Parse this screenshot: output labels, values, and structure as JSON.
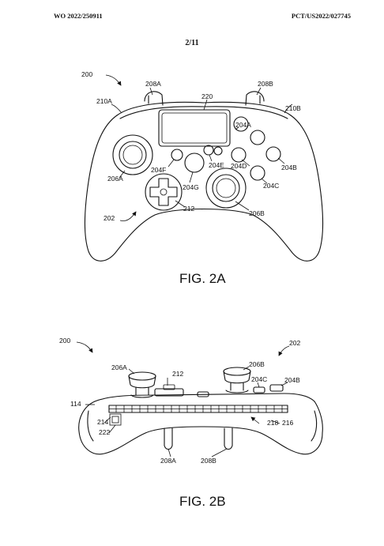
{
  "header": {
    "publication_number": "WO 2022/250911",
    "application_number": "PCT/US2022/027745",
    "sheet": "2/11"
  },
  "figures": [
    {
      "caption": "FIG. 2A",
      "labels": {
        "device": "200",
        "bumper_left_top": "208A",
        "bumper_right_top": "208B",
        "trigger_left": "210A",
        "trigger_right": "210B",
        "display": "220",
        "button_a": "204A",
        "button_b": "204B",
        "button_c": "204C",
        "button_d": "204D",
        "button_e": "204E",
        "button_f": "204F",
        "button_g": "204G",
        "stick_left": "206A",
        "stick_right": "206B",
        "dpad": "212",
        "body": "202"
      }
    },
    {
      "caption": "FIG. 2B",
      "labels": {
        "device": "200",
        "body": "202",
        "stick_left": "206A",
        "stick_right": "206B",
        "dpad": "212",
        "button_c": "204C",
        "button_b": "204B",
        "housing": "114",
        "strip": "214",
        "rail": "216",
        "channel": "218",
        "cover": "222",
        "bumper_left": "208A",
        "bumper_right": "208B"
      }
    }
  ]
}
